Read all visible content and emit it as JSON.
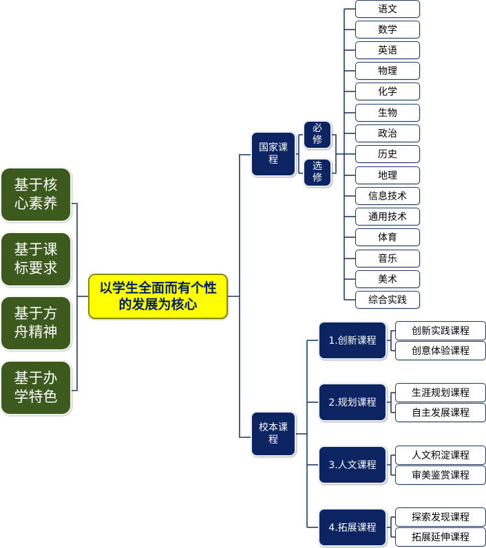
{
  "core": "以学生全面而有个性的发展为核心",
  "bases": [
    "基于核心素养",
    "基于课标要求",
    "基于方舟精神",
    "基于办学特色"
  ],
  "national": {
    "label": "国家课程",
    "required": "必修",
    "elective": "选修",
    "subjects": [
      "语文",
      "数学",
      "英语",
      "物理",
      "化学",
      "生物",
      "政治",
      "历史",
      "地理",
      "信息技术",
      "通用技术",
      "体育",
      "音乐",
      "美术",
      "综合实践"
    ]
  },
  "school": {
    "label": "校本课程",
    "modules": [
      {
        "label": "1.创新课程",
        "courses": [
          "创新实践课程",
          "创意体验课程"
        ]
      },
      {
        "label": "2.规划课程",
        "courses": [
          "生涯规划课程",
          "自主发展课程"
        ]
      },
      {
        "label": "3.人文课程",
        "courses": [
          "人文积淀课程",
          "审美鉴赏课程"
        ]
      },
      {
        "label": "4.拓展课程",
        "courses": [
          "探索发现课程",
          "拓展延伸课程"
        ]
      }
    ]
  },
  "colors": {
    "basis_fill": "#3d5a1e",
    "core_fill": "#ffff00",
    "core_text": "#002060",
    "navy_fill": "#0c2461",
    "connector": "#1f3864"
  }
}
